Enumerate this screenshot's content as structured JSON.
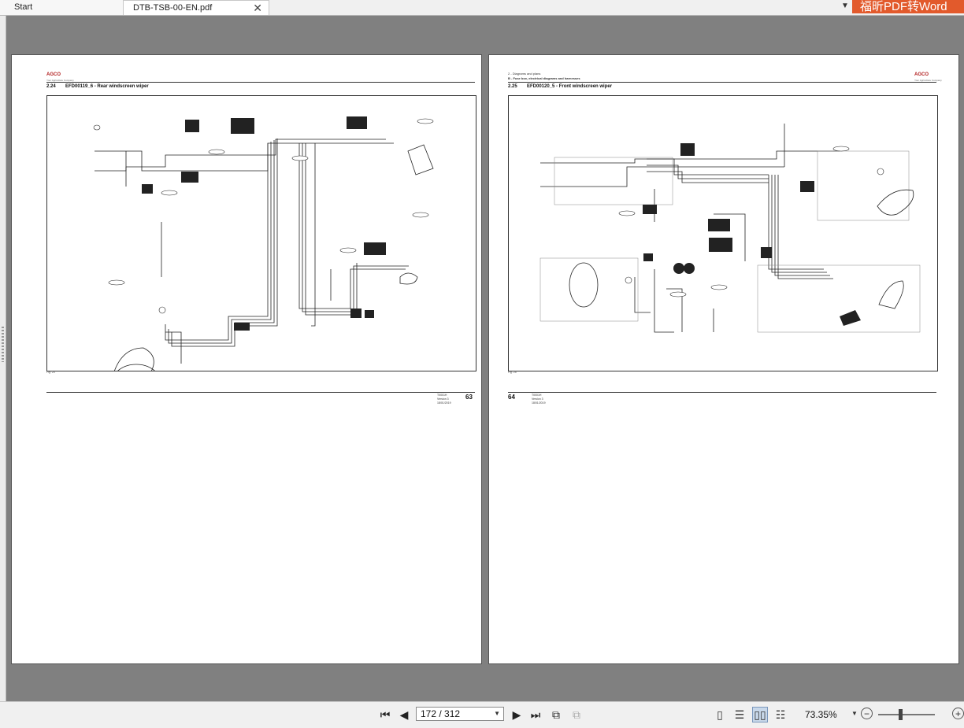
{
  "tabs": [
    {
      "label": "Start",
      "active": false
    },
    {
      "label": "DTB-TSB-00-EN.pdf",
      "active": true
    }
  ],
  "tab_close_glyph": "✕",
  "promo_banner": "福昕PDF转Word",
  "pages": [
    {
      "side": "left",
      "logo": "AGCO",
      "logo_sub": "Your Agriculture Company",
      "header_lines": [],
      "section_number": "2.24",
      "section_title": "EFD00119_6 - Rear windscreen wiper",
      "page_number": "63",
      "footer_meta": [
        "T0001H",
        "Version 3",
        "18/01/2019"
      ],
      "fig_label": "Fig. 24"
    },
    {
      "side": "right",
      "logo": "AGCO",
      "logo_sub": "Your Agriculture Company",
      "header_lines": [
        "2 - Diagrams and plans",
        "B - Fuse box, electrical diagrams and harnesses"
      ],
      "section_number": "2.25",
      "section_title": "EFD00120_5 - Front windscreen wiper",
      "page_number": "64",
      "footer_meta": [
        "T0001H",
        "Version 3",
        "18/01/2019"
      ],
      "fig_label": "Fig. 25"
    }
  ],
  "toolbar": {
    "page_indicator": "172 / 312",
    "zoom_level": "73.35%",
    "zoom_slider_fraction": 0.4
  },
  "colors": {
    "promo": "#e25a2c",
    "logo_red": "#b01c1c",
    "view_active": "#c8d8ea"
  },
  "icons": {
    "first_page": "first-page-icon",
    "prev_page": "prev-page-icon",
    "next_page": "next-page-icon",
    "last_page": "last-page-icon",
    "page_history_back": "history-back-icon",
    "page_history_forward": "history-forward-icon",
    "single_page": "single-page-icon",
    "continuous": "continuous-icon",
    "facing": "facing-icon",
    "continuous_facing": "continuous-facing-icon",
    "zoom_out": "zoom-out-icon",
    "zoom_in": "zoom-in-icon"
  }
}
